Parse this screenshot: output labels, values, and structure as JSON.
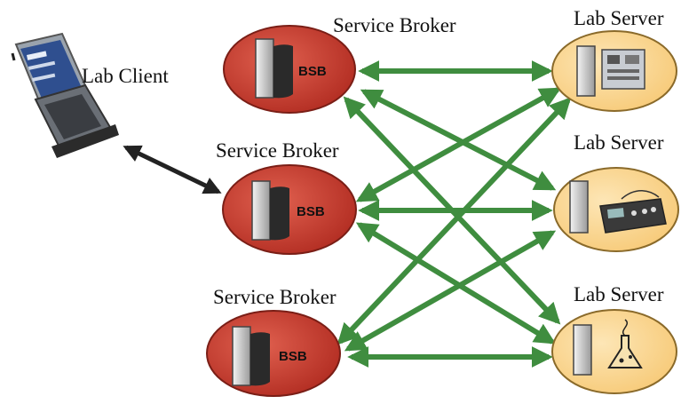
{
  "client": {
    "label": "Lab Client"
  },
  "brokers": [
    {
      "label": "Service Broker",
      "badge": "BSB"
    },
    {
      "label": "Service Broker",
      "badge": "BSB"
    },
    {
      "label": "Service Broker",
      "badge": "BSB"
    }
  ],
  "servers": [
    {
      "label": "Lab Server",
      "equipment": "instrument-rack-icon"
    },
    {
      "label": "Lab Server",
      "equipment": "oscilloscope-icon"
    },
    {
      "label": "Lab Server",
      "equipment": "chemistry-flask-icon"
    }
  ],
  "colors": {
    "broker_fill": "#c83a2e",
    "server_fill": "#fbd790",
    "link_arrow": "#3f8d3f",
    "client_arrow": "#222222"
  }
}
